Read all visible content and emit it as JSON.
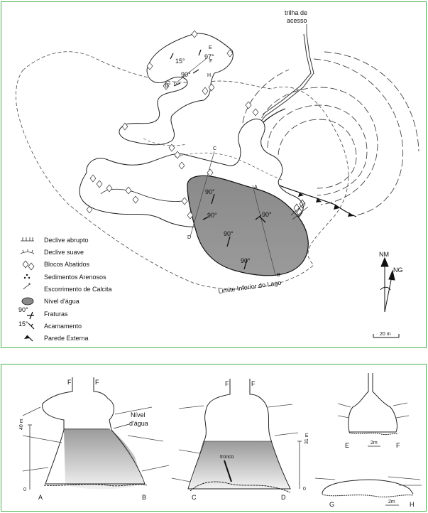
{
  "map": {
    "access_trail": [
      "trilha de",
      "acesso"
    ],
    "lake_limit": "Limite Inferior do Lago",
    "section_letters": [
      "A",
      "B",
      "C",
      "D",
      "E",
      "F",
      "G",
      "H"
    ],
    "dip_labels": [
      "15°",
      "97°",
      "90°",
      "6°"
    ],
    "fracture_labels": [
      "90°",
      "90°",
      "90°",
      "90°",
      "90°"
    ],
    "north_magnetic": "NM",
    "north_geographic": "NG",
    "scale": "20 m"
  },
  "legend": [
    {
      "symbol": "steep-slope-icon",
      "label": "Declive abrupto"
    },
    {
      "symbol": "gentle-slope-icon",
      "label": "Declive suave"
    },
    {
      "symbol": "fallen-blocks-icon",
      "label": "Blocos Abatidos"
    },
    {
      "symbol": "sandy-sediment-icon",
      "label": "Sedimentos Arenosos"
    },
    {
      "symbol": "calcite-flow-icon",
      "label": "Escorrimento de Calcita"
    },
    {
      "symbol": "water-level-icon",
      "label": "Nível d'água"
    },
    {
      "symbol": "fracture-icon",
      "label": "Fraturas",
      "value": "90°"
    },
    {
      "symbol": "bedding-icon",
      "label": "Acamamento",
      "value": "15°"
    },
    {
      "symbol": "outer-wall-icon",
      "label": "Parede Externa"
    }
  ],
  "sections": {
    "ab": {
      "top_labels": [
        "F",
        "F"
      ],
      "water_label": [
        "Nível",
        "d'água"
      ],
      "ends": [
        "A",
        "B"
      ],
      "scale_label": "40 m",
      "scale_zero": "0"
    },
    "cd": {
      "top_labels": [
        "F",
        "F"
      ],
      "trunk_label": "tronco",
      "ends": [
        "C",
        "D"
      ],
      "scale_label": "31 m",
      "scale_zero": "0"
    },
    "ef": {
      "ends": [
        "E",
        "F"
      ],
      "scale": "2m"
    },
    "gh": {
      "ends": [
        "G",
        "H"
      ],
      "scale": "2m"
    }
  }
}
